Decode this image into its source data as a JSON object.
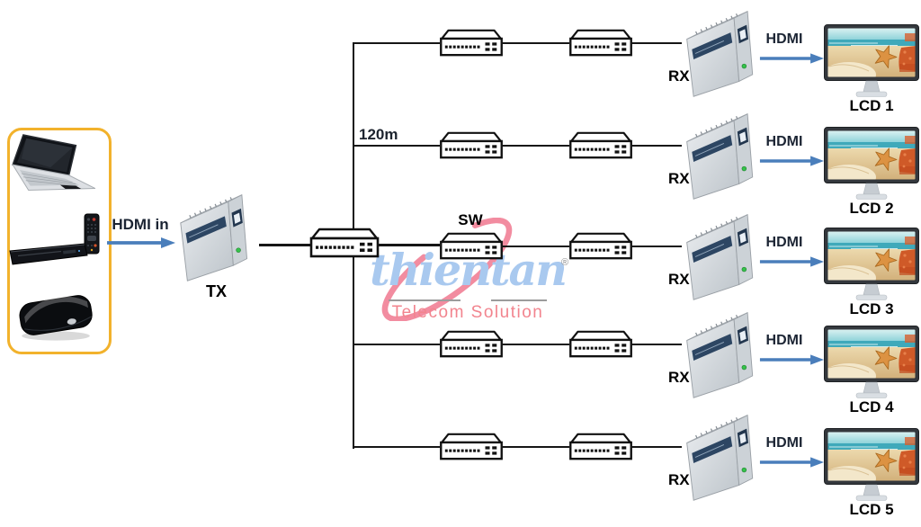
{
  "diagram_labels": {
    "hdmi_in": "HDMI in",
    "tx": "TX",
    "distance": "120m",
    "switch": "SW"
  },
  "rows": [
    {
      "rx_label": "RX",
      "hdmi_label": "HDMI",
      "lcd_label": "LCD 1"
    },
    {
      "rx_label": "RX",
      "hdmi_label": "HDMI",
      "lcd_label": "LCD 2"
    },
    {
      "rx_label": "RX",
      "hdmi_label": "HDMI",
      "lcd_label": "LCD 3"
    },
    {
      "rx_label": "RX",
      "hdmi_label": "HDMI",
      "lcd_label": "LCD 4"
    },
    {
      "rx_label": "RX",
      "hdmi_label": "HDMI",
      "lcd_label": "LCD 5"
    }
  ],
  "watermark": {
    "name": "thientan",
    "registered": "®",
    "tagline": "Telecom Solution"
  },
  "colors": {
    "line": "#161616",
    "arrow": "#4a7ebb",
    "hdmi_text": "#1b2433",
    "source_border": "#f2b22c",
    "watermark_name": "#a9c9ef",
    "watermark_tagline": "#f2848e",
    "watermark_swoosh": "#f28ca0",
    "label": "#000000"
  }
}
